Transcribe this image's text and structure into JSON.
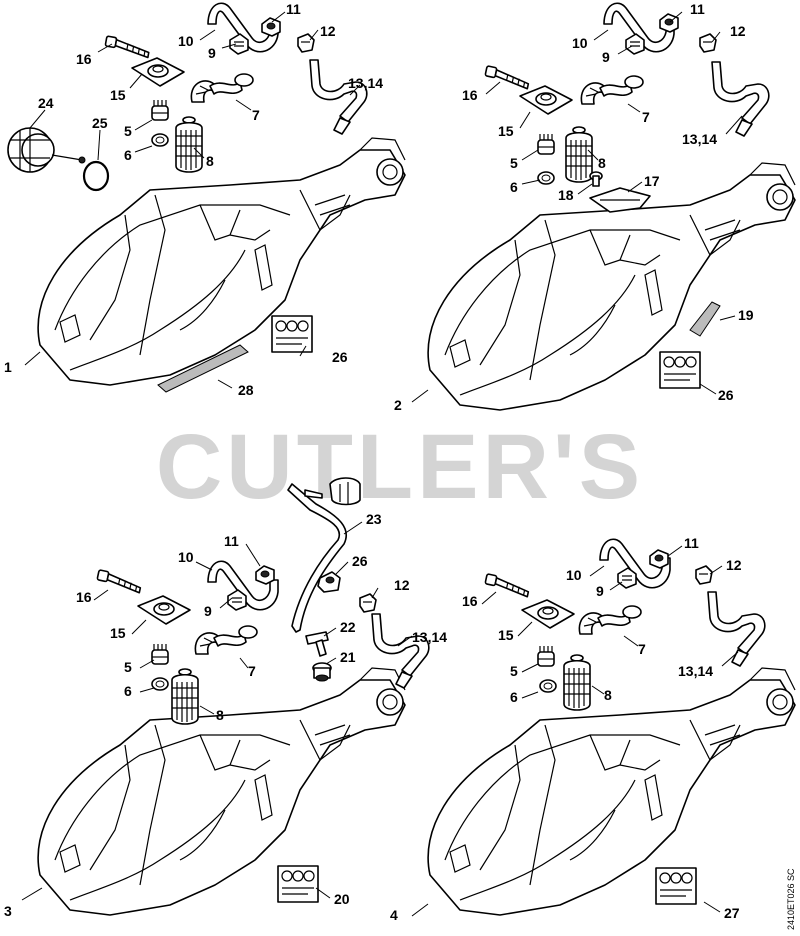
{
  "watermark": "CUTLER'S",
  "drawing_code": "2410ET026 SC",
  "quadrants": [
    {
      "id": "q1",
      "labels": [
        "1",
        "5",
        "6",
        "7",
        "8",
        "9",
        "10",
        "11",
        "12",
        "13,14",
        "15",
        "16",
        "24",
        "25",
        "26",
        "28"
      ]
    },
    {
      "id": "q2",
      "labels": [
        "2",
        "5",
        "6",
        "7",
        "8",
        "9",
        "10",
        "11",
        "12",
        "13,14",
        "15",
        "16",
        "17",
        "18",
        "19",
        "26"
      ]
    },
    {
      "id": "q3",
      "labels": [
        "3",
        "5",
        "6",
        "7",
        "8",
        "9",
        "10",
        "11",
        "12",
        "13,14",
        "15",
        "16",
        "20",
        "21",
        "22",
        "23",
        "26"
      ]
    },
    {
      "id": "q4",
      "labels": [
        "4",
        "5",
        "6",
        "7",
        "8",
        "9",
        "10",
        "11",
        "12",
        "13,14",
        "15",
        "16",
        "27"
      ]
    }
  ]
}
